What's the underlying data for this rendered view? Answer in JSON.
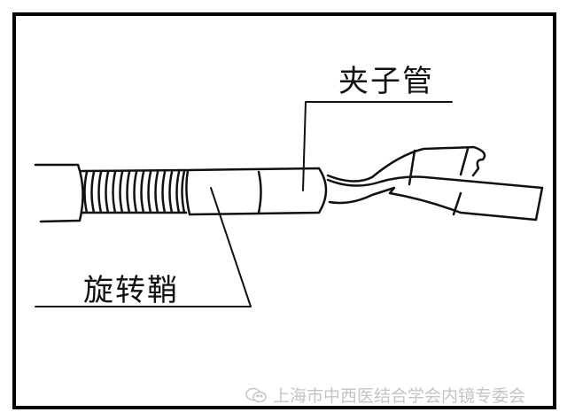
{
  "labels": {
    "clip_tube": "夹子管",
    "rotation_sheath": "旋转鞘"
  },
  "watermark": {
    "icon": "wechat-icon",
    "text": "上海市中西医结合学会内镜专委会"
  }
}
